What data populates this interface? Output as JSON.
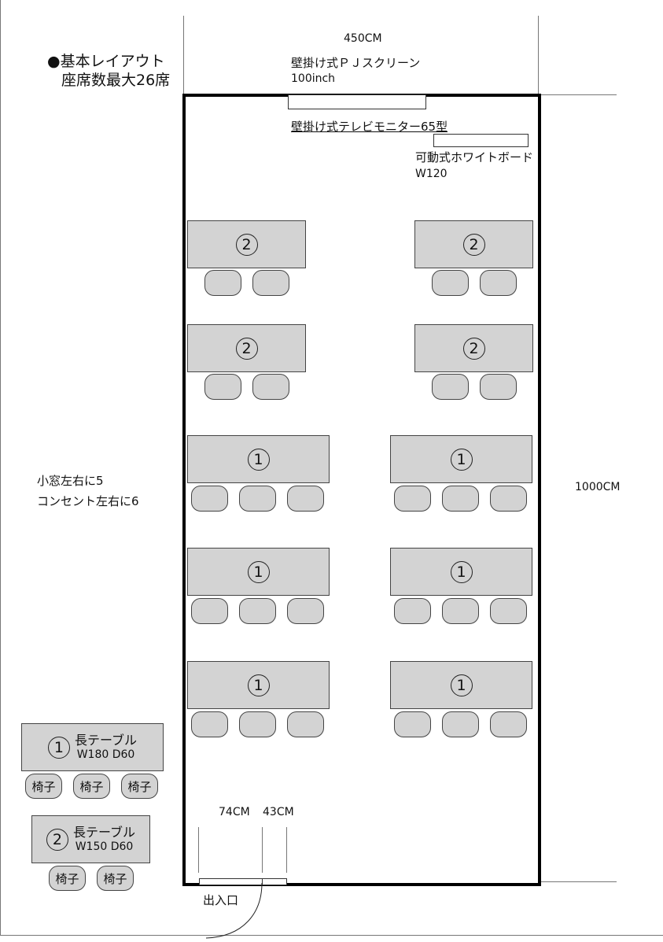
{
  "title": {
    "line1": "●基本レイアウト",
    "line2": "座席数最大26席"
  },
  "dimensions": {
    "width": "450CM",
    "depth": "1000CM",
    "door_left": "74CM",
    "door_right": "43CM"
  },
  "equipment": {
    "screen": {
      "label": "壁掛け式ＰＪスクリーン",
      "size": "100inch"
    },
    "tv": {
      "label": "壁掛け式テレビモニター65型"
    },
    "whiteboard": {
      "label": "可動式ホワイトボード",
      "size": "W120"
    }
  },
  "notes": {
    "windows": "小窓左右に5",
    "outlets": "コンセント左右に6"
  },
  "entrance": "出入口",
  "table_marks": {
    "type1": "1",
    "type2": "2"
  },
  "legend": {
    "type1": {
      "num": "1",
      "name": "長テーブル",
      "size": "W180 D60",
      "chairs": [
        "椅子",
        "椅子",
        "椅子"
      ]
    },
    "type2": {
      "num": "2",
      "name": "長テーブル",
      "size": "W150 D60",
      "chairs": [
        "椅子",
        "椅子"
      ]
    }
  },
  "colors": {
    "furniture": "#d3d3d3",
    "wall": "#000000"
  }
}
